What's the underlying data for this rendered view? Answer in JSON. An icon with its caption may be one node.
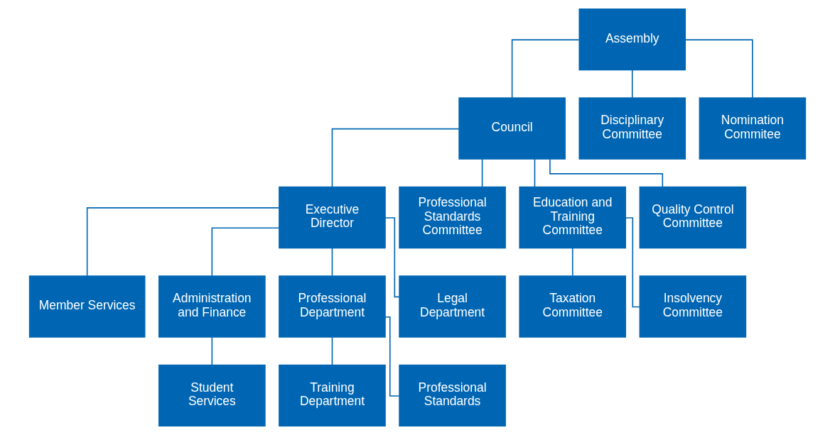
{
  "diagram": {
    "nodes": [
      {
        "text": [
          "Assembly"
        ]
      },
      {
        "text": [
          "Council"
        ]
      },
      {
        "text": [
          "Disciplinary Committee"
        ]
      },
      {
        "text": [
          "Nomination Commitee"
        ]
      },
      {
        "text": [
          "Executive Director"
        ]
      },
      {
        "text": [
          "Professional Standards Committee"
        ]
      },
      {
        "text": [
          "Education and Training Committee"
        ]
      },
      {
        "text": [
          "Quality Control Committee"
        ]
      },
      {
        "text": [
          "Member Services"
        ]
      },
      {
        "text": [
          "Administration and Finance"
        ]
      },
      {
        "text": [
          "Professional Department"
        ]
      },
      {
        "text": [
          "Legal Department"
        ]
      },
      {
        "text": [
          "Taxation Committee"
        ]
      },
      {
        "text": [
          "Insolvency Committee"
        ]
      },
      {
        "text": [
          "Student Services"
        ]
      },
      {
        "text": [
          "Training Department"
        ]
      },
      {
        "text": [
          "Professional Standards"
        ]
      }
    ],
    "edges": [
      {
        "from": 0,
        "to": 1,
        "arrow": "none"
      },
      {
        "from": 0,
        "to": 2,
        "arrow": "none"
      },
      {
        "from": 0,
        "to": 3,
        "arrow": "none"
      },
      {
        "from": 1,
        "to": 4,
        "arrow": "none"
      },
      {
        "from": 1,
        "to": 5,
        "arrow": "none"
      },
      {
        "from": 1,
        "to": 6,
        "arrow": "none"
      },
      {
        "from": 1,
        "to": 7,
        "arrow": "none"
      },
      {
        "from": 4,
        "to": 8,
        "arrow": "none"
      },
      {
        "from": 4,
        "to": 9,
        "arrow": "none"
      },
      {
        "from": 4,
        "to": 10,
        "arrow": "none"
      },
      {
        "from": 4,
        "to": 11,
        "arrow": "none"
      },
      {
        "from": 6,
        "to": 12,
        "arrow": "none"
      },
      {
        "from": 6,
        "to": 13,
        "arrow": "none"
      },
      {
        "from": 9,
        "to": 14,
        "arrow": "none"
      },
      {
        "from": 10,
        "to": 15,
        "arrow": "none"
      },
      {
        "from": 10,
        "to": 16,
        "arrow": "none"
      }
    ]
  }
}
